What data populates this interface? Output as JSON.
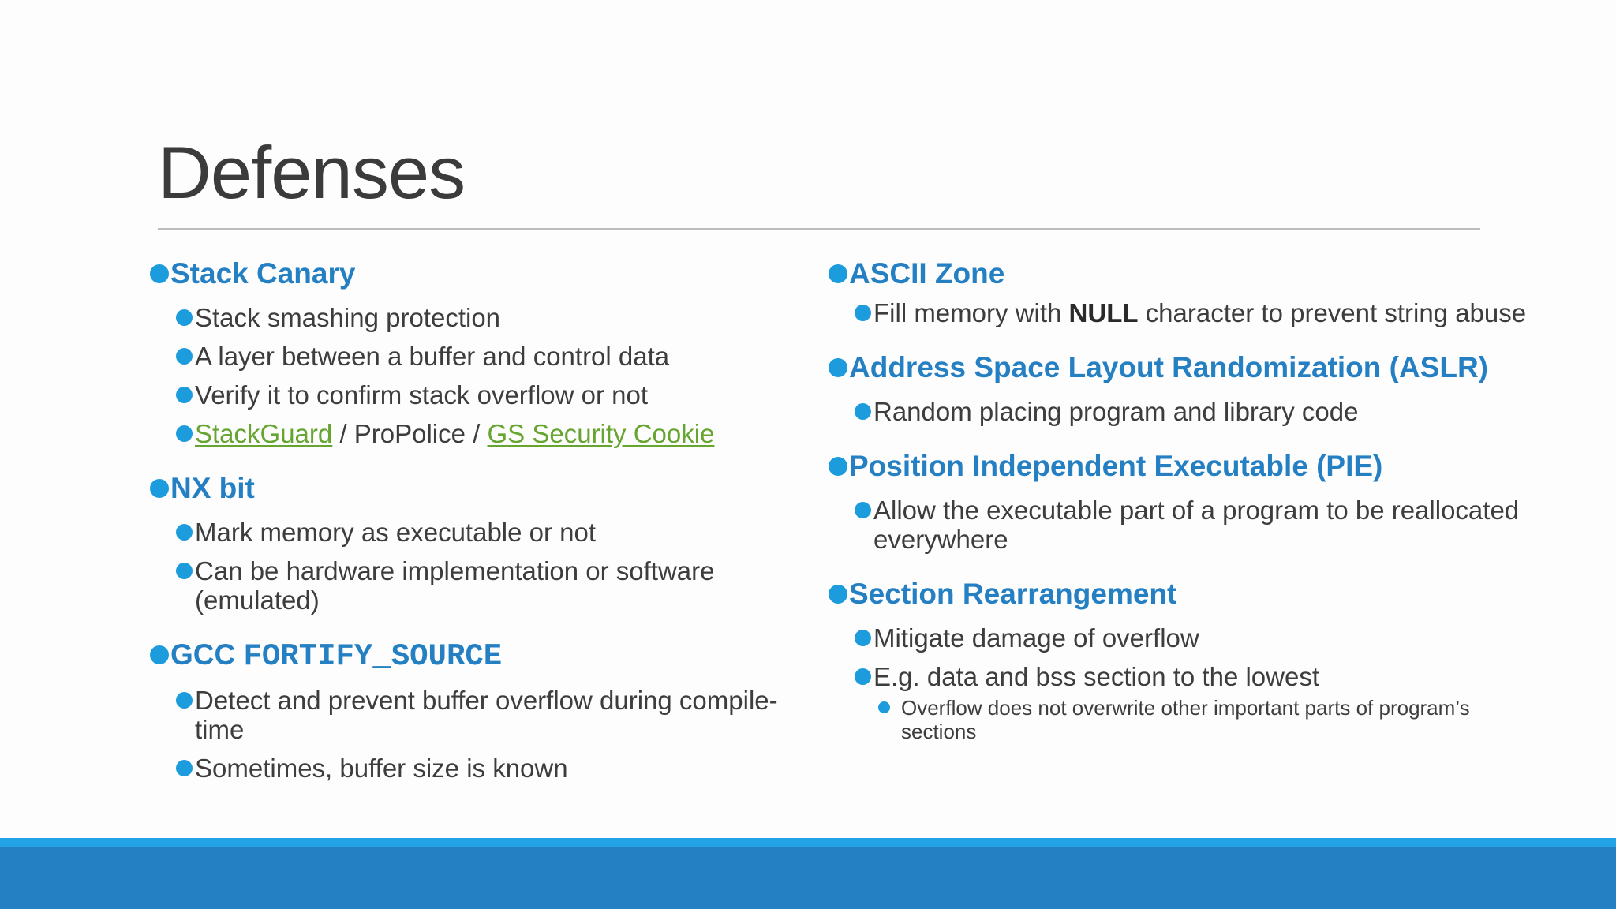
{
  "title": "Defenses",
  "colors": {
    "heading": "#2580c3",
    "bullet": "#1c9cdd",
    "link": "#65a530",
    "footer_thin": "#23a2e6",
    "footer_bar": "#2580c3"
  },
  "left": {
    "stack_canary": {
      "heading": "Stack Canary",
      "items": [
        "Stack smashing protection",
        "A layer between a buffer and control data",
        "Verify it to confirm stack overflow or not"
      ],
      "impl": {
        "link1": "StackGuard",
        "sep1": " / ProPolice / ",
        "link2": "GS Security Cookie"
      }
    },
    "nx_bit": {
      "heading": "NX bit",
      "items": [
        "Mark memory as executable or not",
        "Can be hardware implementation or software (emulated)"
      ]
    },
    "fortify": {
      "heading_prefix": "GCC ",
      "heading_code": "FORTIFY_SOURCE",
      "items": [
        "Detect and prevent buffer overflow during compile-time",
        "Sometimes, buffer size is known"
      ]
    }
  },
  "right": {
    "ascii_zone": {
      "heading": "ASCII Zone",
      "item_pre": "Fill memory with ",
      "item_bold": "NULL",
      "item_post": " character to prevent string abuse"
    },
    "aslr": {
      "heading": "Address Space Layout Randomization (ASLR)",
      "items": [
        "Random placing program and library code"
      ]
    },
    "pie": {
      "heading": "Position Independent Executable (PIE)",
      "items": [
        "Allow the executable part of a program to be reallocated everywhere"
      ]
    },
    "section": {
      "heading": "Section Rearrangement",
      "items": [
        "Mitigate damage of overflow",
        "E.g. data and bss section to the lowest"
      ],
      "sub_items": [
        "Overflow does not overwrite other important parts of program’s sections"
      ]
    }
  }
}
